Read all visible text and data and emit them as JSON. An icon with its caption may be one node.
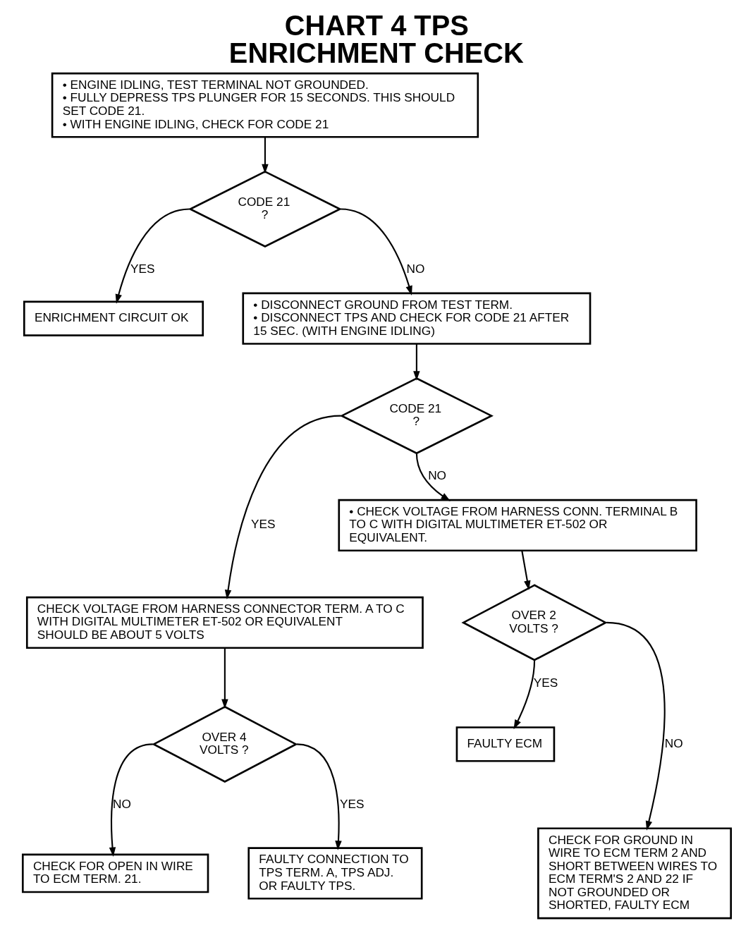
{
  "diagram": {
    "title": "CHART 4 TPS ENRICHMENT CHECK",
    "nodes": [
      {
        "text": [
          "• ENGINE IDLING, TEST TERMINAL NOT GROUNDED.",
          "• FULLY DEPRESS TPS PLUNGER FOR 15 SECONDS. THIS SHOULD SET CODE 21.",
          "• WITH ENGINE IDLING, CHECK FOR CODE 21"
        ]
      },
      {
        "text": [
          "CODE 21 ?"
        ]
      },
      {
        "text": [
          "ENRICHMENT CIRCUIT OK"
        ]
      },
      {
        "text": [
          "• DISCONNECT GROUND FROM TEST TERM.",
          "• DISCONNECT TPS AND CHECK FOR CODE 21 AFTER 15 SEC. (WITH ENGINE IDLING)"
        ]
      },
      {
        "text": [
          "CODE 21 ?"
        ]
      },
      {
        "text": [
          "• CHECK VOLTAGE FROM HARNESS CONN. TERMINAL B TO C WITH DIGITAL MULTIMETER ET-502 OR EQUIVALENT."
        ]
      },
      {
        "text": [
          "CHECK VOLTAGE FROM HARNESS CONNECTOR TERM. A TO C WITH DIGITAL MULTIMETER ET-502 OR EQUIVALENT SHOULD BE ABOUT 5 VOLTS"
        ]
      },
      {
        "text": [
          "OVER 2 VOLTS ?"
        ]
      },
      {
        "text": [
          "OVER 4 VOLTS ?"
        ]
      },
      {
        "text": [
          "FAULTY ECM"
        ]
      },
      {
        "text": [
          "CHECK FOR OPEN IN WIRE TO ECM TERM. 21."
        ]
      },
      {
        "text": [
          "FAULTY CONNECTION TO TPS TERM. A, TPS ADJ. OR FAULTY TPS."
        ]
      },
      {
        "text": [
          "CHECK FOR GROUND IN WIRE TO ECM TERM 2 AND SHORT BETWEEN WIRES TO ECM TERM'S 2 AND 22 IF NOT GROUNDED OR SHORTED, FAULTY ECM"
        ]
      }
    ],
    "edges": [
      {
        "from": 0,
        "to": 1,
        "arrow": "to"
      },
      {
        "from": 1,
        "to": 2,
        "label": "YES",
        "arrow": "to"
      },
      {
        "from": 1,
        "to": 3,
        "label": "NO",
        "arrow": "to"
      },
      {
        "from": 3,
        "to": 4,
        "arrow": "to"
      },
      {
        "from": 4,
        "to": 6,
        "label": "YES",
        "arrow": "to"
      },
      {
        "from": 4,
        "to": 5,
        "label": "NO",
        "arrow": "to"
      },
      {
        "from": 5,
        "to": 7,
        "arrow": "to"
      },
      {
        "from": 6,
        "to": 8,
        "arrow": "to"
      },
      {
        "from": 8,
        "to": 10,
        "label": "NO",
        "arrow": "to"
      },
      {
        "from": 8,
        "to": 11,
        "label": "YES",
        "arrow": "to"
      },
      {
        "from": 7,
        "to": 9,
        "label": "YES",
        "arrow": "to"
      },
      {
        "from": 7,
        "to": 12,
        "label": "NO",
        "arrow": "to"
      }
    ]
  }
}
